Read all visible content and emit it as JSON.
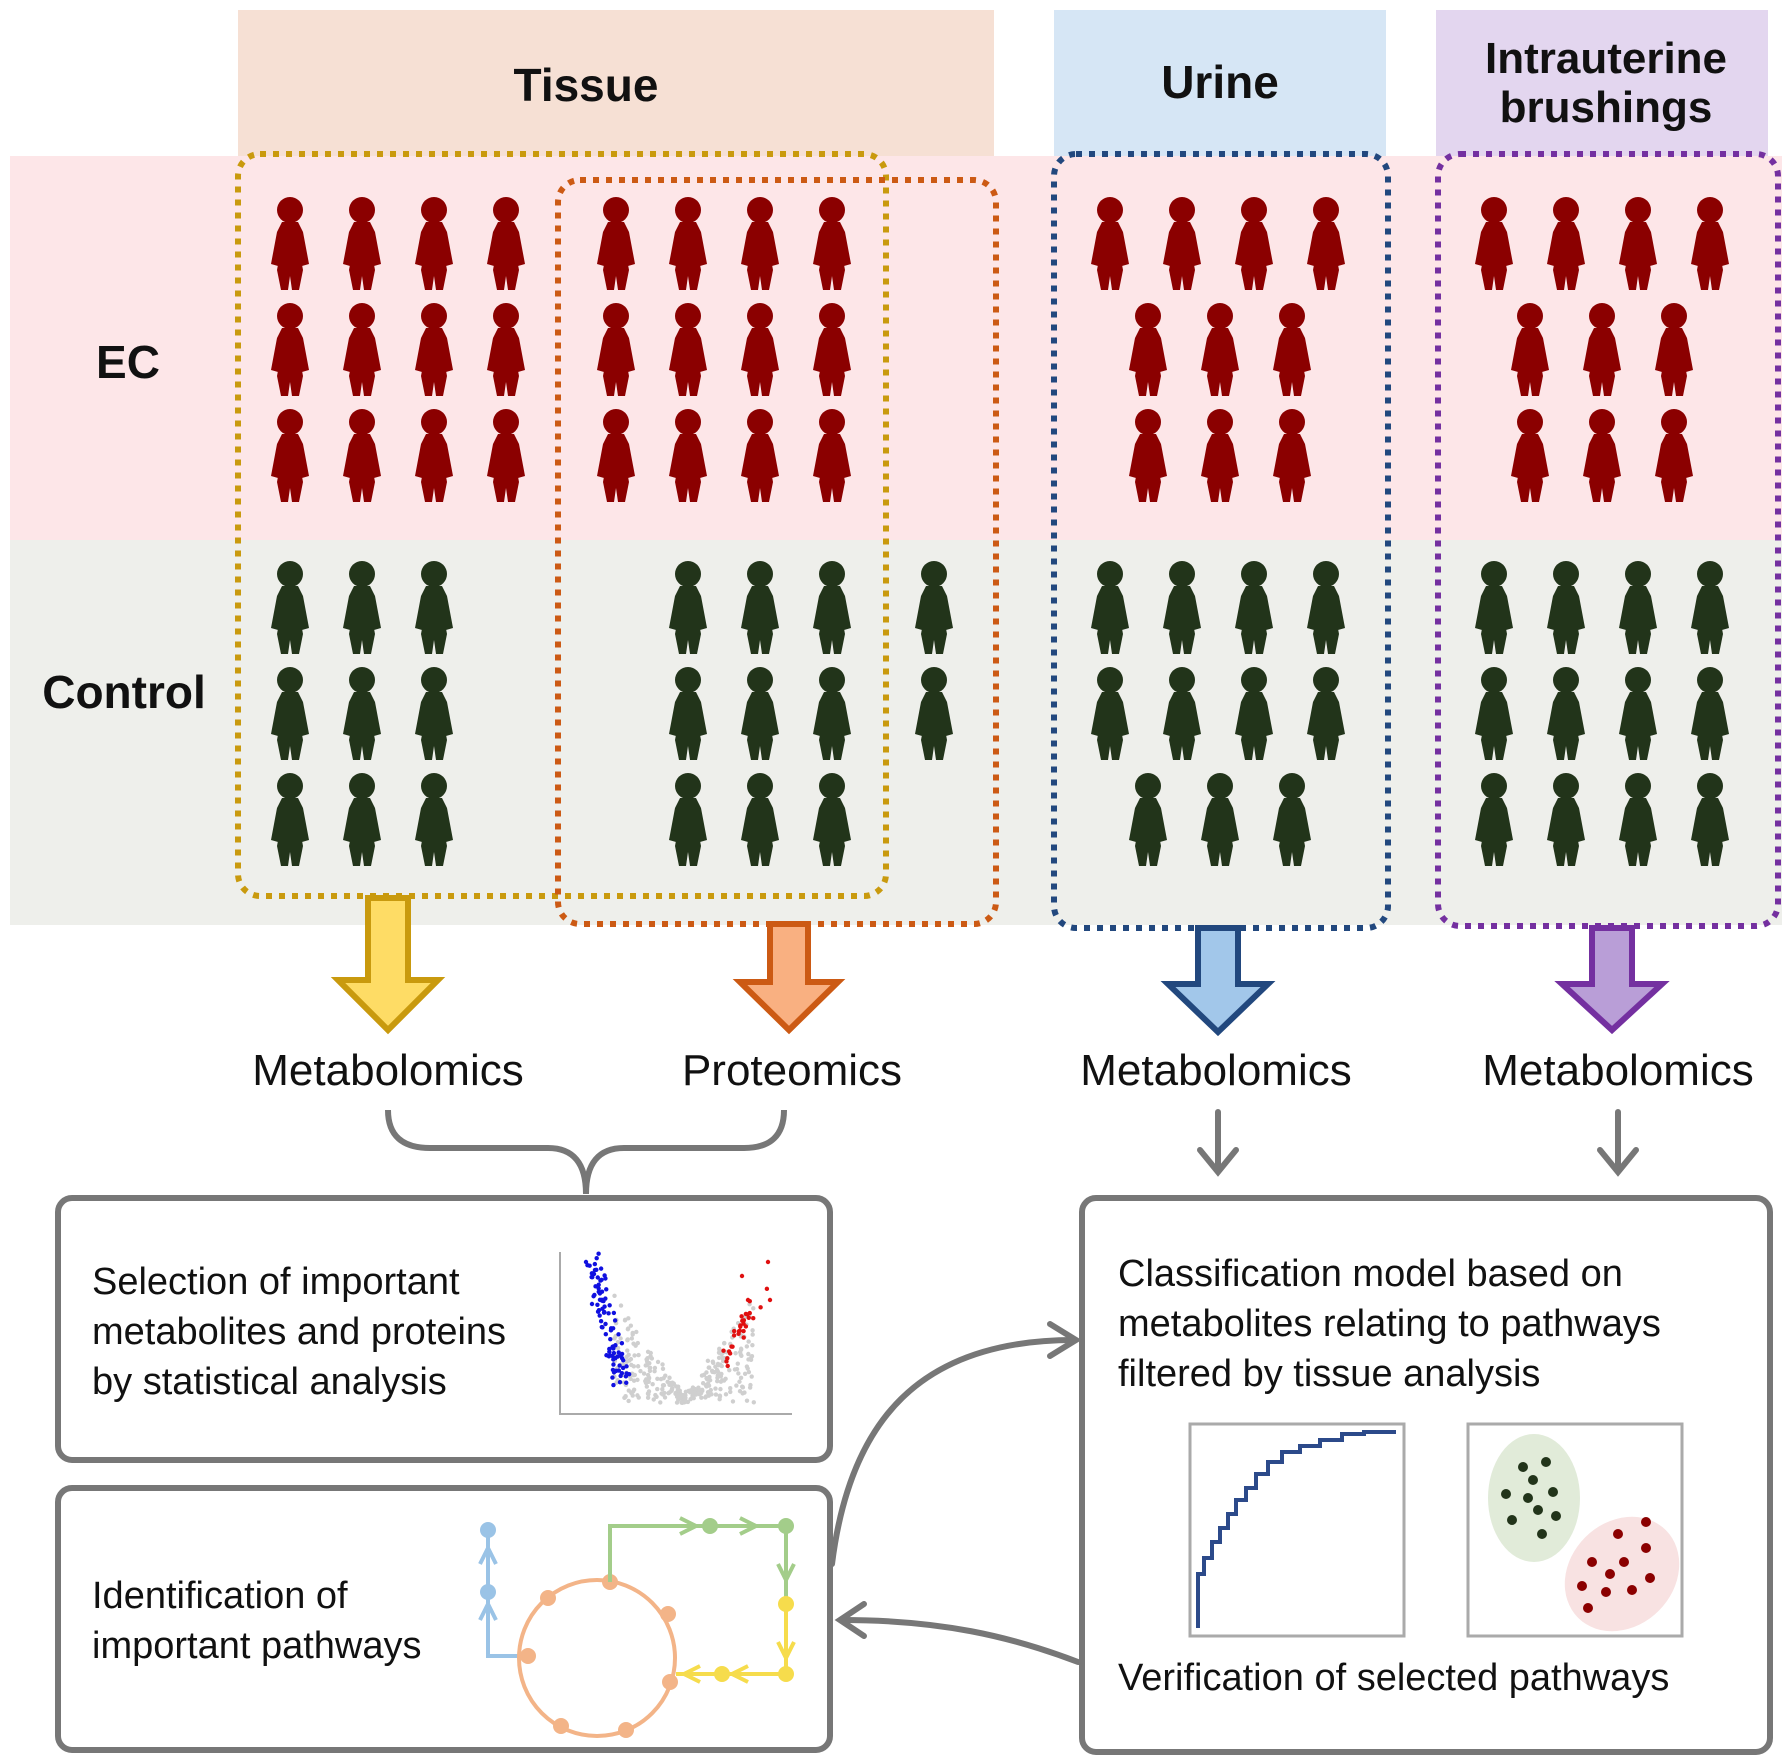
{
  "headers": {
    "tissue": "Tissue",
    "urine": "Urine",
    "brush_line1": "Intrauterine",
    "brush_line2": "brushings"
  },
  "rows": {
    "ec": "EC",
    "control": "Control"
  },
  "methods": {
    "tissue_metabolomics": "Metabolomics",
    "tissue_proteomics": "Proteomics",
    "urine_metabolomics": "Metabolomics",
    "brush_metabolomics": "Metabolomics"
  },
  "box_selection": {
    "line1": "Selection of important",
    "line2": "metabolites and proteins",
    "line3": "by statistical analysis"
  },
  "box_pathways": {
    "line1": "Identification of",
    "line2": "important pathways"
  },
  "box_classification": {
    "line1": "Classification model based on",
    "line2": "metabolites relating to pathways",
    "line3": "filtered by tissue analysis",
    "footer": "Verification of selected pathways"
  },
  "colors": {
    "ec_figure": "#8b0000",
    "control_figure": "#22341a",
    "tissue_header_bg": "#f6e0d4",
    "urine_header_bg": "#d6e6f5",
    "brush_header_bg": "#e3d6ef",
    "ec_row_bg": "#fde6e8",
    "control_row_bg": "#eeefeb",
    "metabolomics_tissue": "#c99a0e",
    "proteomics_tissue": "#cc5a14",
    "urine": "#22487e",
    "brush": "#7430a0"
  }
}
